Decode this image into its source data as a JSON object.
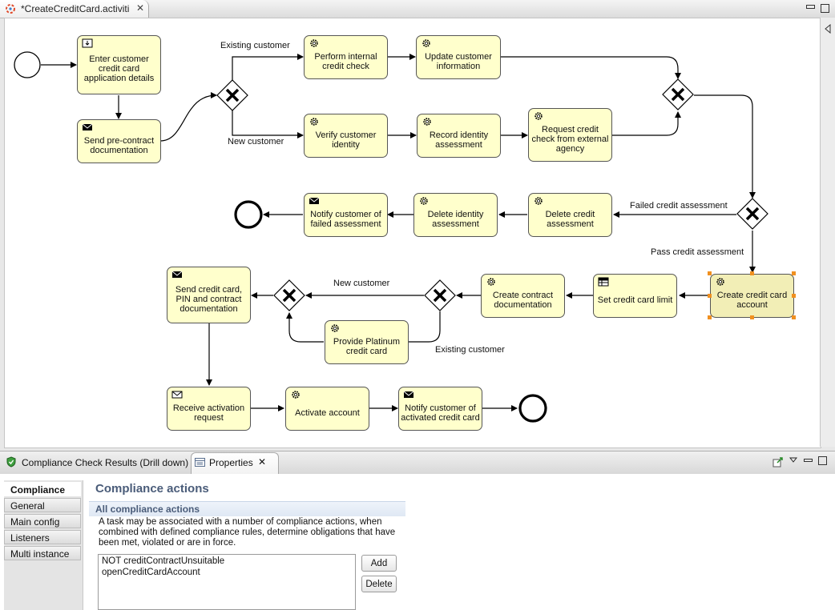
{
  "editor": {
    "tab_title": "*CreateCreditCard.activiti",
    "tab_close": "✕"
  },
  "diagram": {
    "tasks": {
      "enter_app": "Enter customer credit card application details",
      "send_precontract": "Send pre-contract documentation",
      "perform_internal": "Perform internal credit check",
      "update_customer": "Update customer information",
      "verify_identity": "Verify customer identity",
      "record_identity": "Record identity assessment",
      "request_credit": "Request credit check from external agency",
      "notify_failed": "Notify customer of failed assessment",
      "delete_identity": "Delete identity assessment",
      "delete_credit": "Delete credit assessment",
      "send_card": "Send credit card, PIN and contract documentation",
      "create_contract": "Create contract documentation",
      "set_limit": "Set credit card limit",
      "create_account": "Create credit card account",
      "provide_platinum": "Provide Platinum credit card",
      "receive_activation": "Receive activation request",
      "activate_account": "Activate account",
      "notify_activated": "Notify customer of activated credit card"
    },
    "edge_labels": {
      "existing_customer_1": "Existing customer",
      "new_customer_1": "New customer",
      "failed_credit": "Failed credit assessment",
      "pass_credit": "Pass credit assessment",
      "new_customer_2": "New customer",
      "existing_customer_2": "Existing customer"
    }
  },
  "bottom_tabs": {
    "compliance_tab": "Compliance Check Results (Drill down)",
    "properties_tab": "Properties",
    "close": "✕"
  },
  "properties": {
    "side_tabs": [
      "Compliance",
      "General",
      "Main config",
      "Listeners",
      "Multi instance"
    ],
    "active_tab": "Compliance",
    "section_title": "Compliance actions",
    "section_header": "All compliance actions",
    "description": "A task may be associated with a number of compliance actions, when combined with defined compliance rules, determine obligations that have been met, violated or are in force.",
    "actions": [
      "NOT creditContractUnsuitable",
      "openCreditCardAccount"
    ],
    "add_label": "Add",
    "delete_label": "Delete"
  },
  "colors": {
    "task_fill": "#ffffcc",
    "selected_fill": "#f2eeb6",
    "selection_handle": "#f09020",
    "section_title": "#4a5c79"
  }
}
